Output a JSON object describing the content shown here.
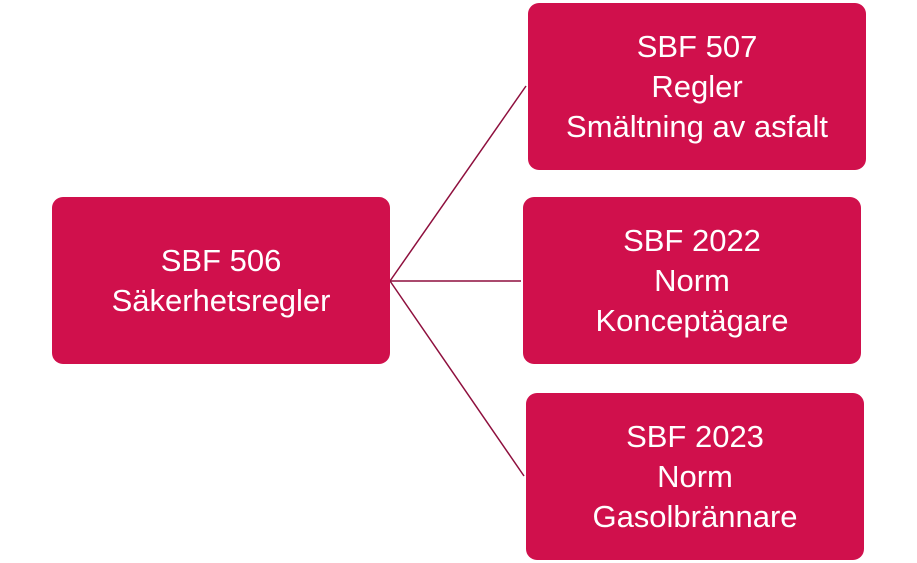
{
  "colors": {
    "node_fill": "#d0104c",
    "node_text": "#ffffff",
    "connector": "#8e0f3d"
  },
  "root": {
    "line1": "SBF 506",
    "line2": "Säkerhetsregler"
  },
  "children": [
    {
      "line1": "SBF 507",
      "line2": "Regler",
      "line3": "Smältning av asfalt"
    },
    {
      "line1": "SBF 2022",
      "line2": "Norm",
      "line3": "Konceptägare"
    },
    {
      "line1": "SBF 2023",
      "line2": "Norm",
      "line3": "Gasolbrännare"
    }
  ]
}
